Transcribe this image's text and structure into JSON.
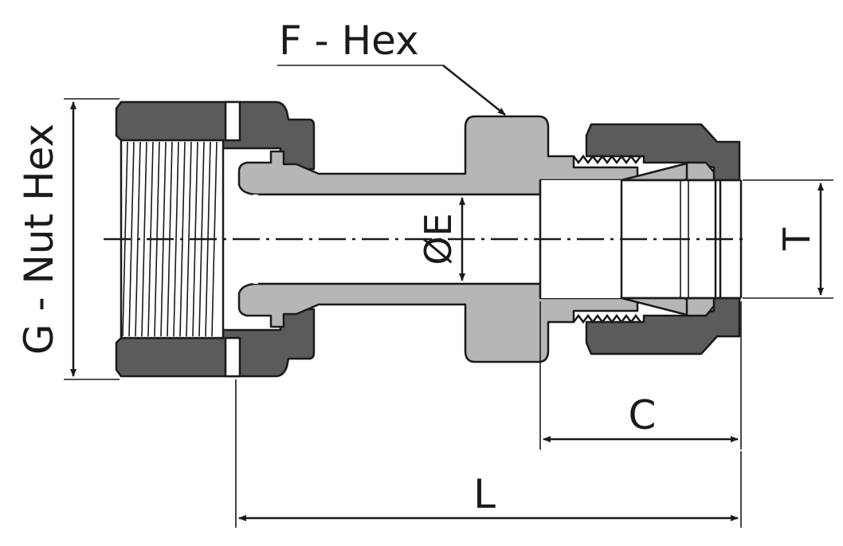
{
  "labels": {
    "f_hex": "F - Hex",
    "g_nut_hex": "G - Nut Hex",
    "e_dia": "ØE",
    "t": "T",
    "c": "C",
    "l": "L"
  },
  "colors": {
    "dark_part": "#5a5b5d",
    "light_part": "#b5b6b8",
    "outline": "#1a1a1a"
  }
}
